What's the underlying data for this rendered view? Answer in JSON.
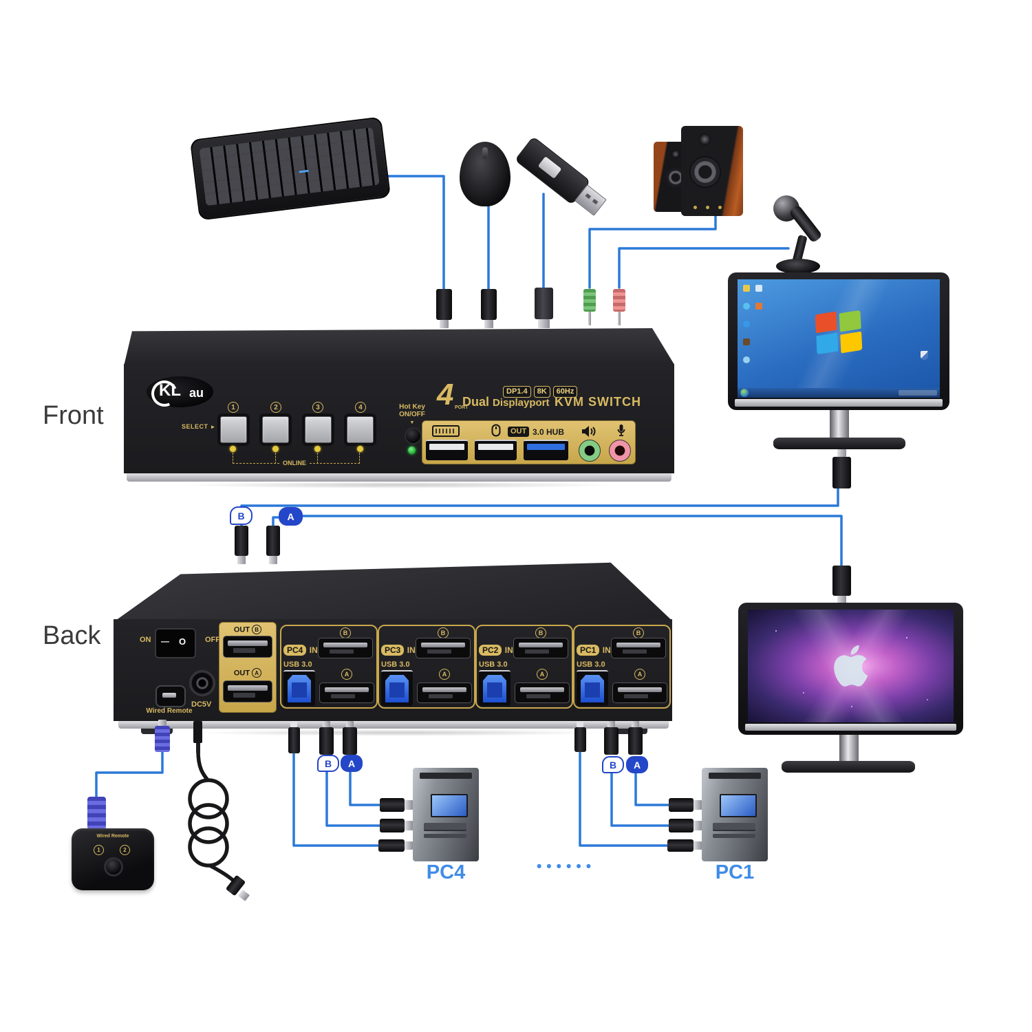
{
  "labels": {
    "front": "Front",
    "back": "Back",
    "pc4": "PC4",
    "pc1": "PC1",
    "dots": "••••••"
  },
  "front_panel": {
    "logo_kl": "KL",
    "logo_au": "au",
    "select": "SELECT",
    "select_arrow": "►",
    "buttons": [
      "1",
      "2",
      "3",
      "4"
    ],
    "online": "ONLINE",
    "hotkey_line1": "Hot Key",
    "hotkey_line2": "ON/OFF",
    "hotkey_arrow": "▼",
    "badges": [
      "DP1.4",
      "8K",
      "60Hz"
    ],
    "port_count": "4",
    "port_word": "PORT",
    "title_dual": "Dual",
    "title_displayport": "Displayport",
    "title_kvm": "KVM SWITCH",
    "out_label": "OUT",
    "hub_label": "3.0 HUB"
  },
  "back_panel": {
    "on": "ON",
    "off": "OFF",
    "switch_on_glyph": "—",
    "switch_off_glyph": "O",
    "wired_remote": "Wired Remote",
    "dc5v": "DC5V",
    "out_label": "OUT",
    "letter_b": "B",
    "letter_a": "A",
    "usb_label": "USB 3.0",
    "in_label": "IN",
    "sections": [
      {
        "pc": "PC4"
      },
      {
        "pc": "PC3"
      },
      {
        "pc": "PC2"
      },
      {
        "pc": "PC1"
      }
    ]
  },
  "connector_tags": {
    "b": "B",
    "a": "A"
  },
  "remote": {
    "title": "Wired Remote",
    "btn1": "1",
    "btn2": "2"
  },
  "colors": {
    "cable": "#2b79d9",
    "gold": "#d9ba62",
    "accent": "#3f8ce8",
    "usb3": "#2f6fe0"
  }
}
